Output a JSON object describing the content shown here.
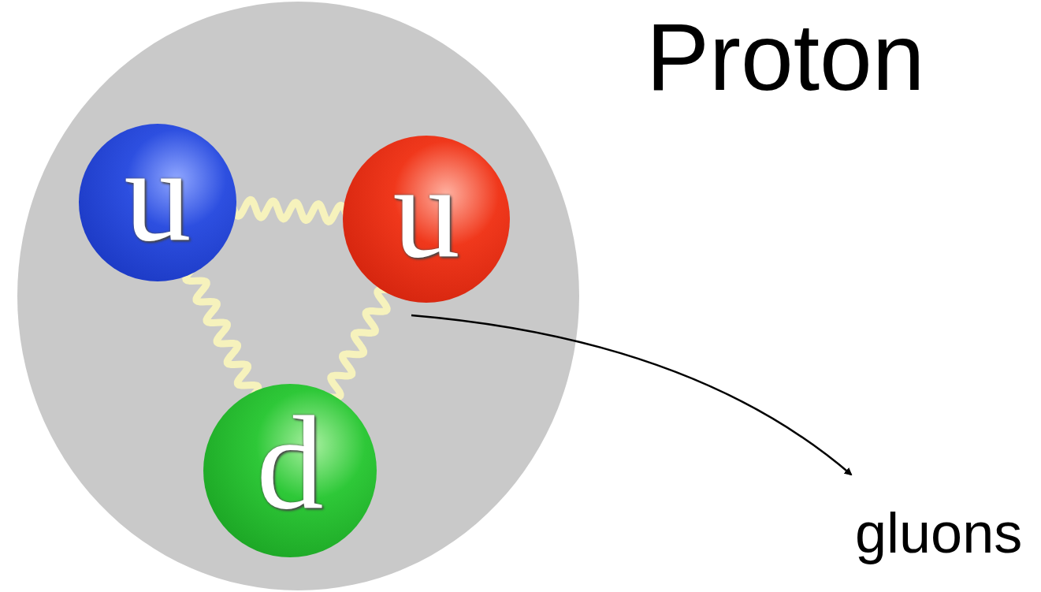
{
  "diagram": {
    "nodes": [
      {
        "text": [
          "Proton"
        ]
      },
      {
        "text": [
          "u"
        ],
        "in": 0
      },
      {
        "text": [
          "u"
        ],
        "in": 0
      },
      {
        "text": [
          "d"
        ],
        "in": 0
      }
    ],
    "edges": [
      {
        "from": 1,
        "to": 2,
        "arrow": "none"
      },
      {
        "from": 1,
        "to": 3,
        "arrow": "none"
      },
      {
        "from": 2,
        "to": 3,
        "arrow": "none"
      }
    ],
    "labels": [
      "gluons"
    ]
  }
}
